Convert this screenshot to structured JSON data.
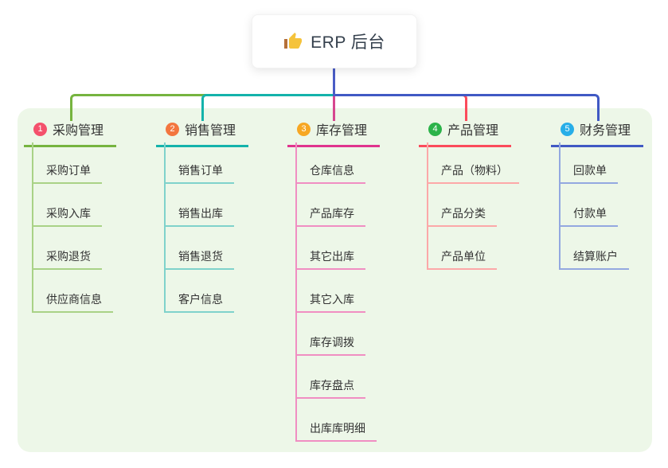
{
  "root": {
    "title": "ERP 后台",
    "icon": "thumbs-up-icon"
  },
  "branches": [
    {
      "number": "1",
      "label": "采购管理",
      "line_color": "#76b43f",
      "badge_color": "#f4516c",
      "child_line_color": "#a9d286",
      "children": [
        "采购订单",
        "采购入库",
        "采购退货",
        "供应商信息"
      ]
    },
    {
      "number": "2",
      "label": "销售管理",
      "line_color": "#14b3ab",
      "badge_color": "#f3763f",
      "child_line_color": "#7fd2cb",
      "children": [
        "销售订单",
        "销售出库",
        "销售退货",
        "客户信息"
      ]
    },
    {
      "number": "3",
      "label": "库存管理",
      "line_color": "#e0348e",
      "badge_color": "#f7a723",
      "child_line_color": "#f08ec2",
      "children": [
        "仓库信息",
        "产品库存",
        "其它出库",
        "其它入库",
        "库存调拨",
        "库存盘点",
        "出库库明细"
      ]
    },
    {
      "number": "4",
      "label": "产品管理",
      "line_color": "#fb4b5b",
      "badge_color": "#2cb34a",
      "child_line_color": "#fca8a8",
      "children": [
        "产品（物料）",
        "产品分类",
        "产品单位"
      ]
    },
    {
      "number": "5",
      "label": "财务管理",
      "line_color": "#4059c4",
      "badge_color": "#27aee8",
      "child_line_color": "#93a8e0",
      "children": [
        "回款单",
        "付款单",
        "结算账户"
      ]
    }
  ],
  "colors": {
    "page_bg": "#ffffff",
    "panel_bg": "#edf7e8",
    "stem": "#4a5dc6",
    "center_drop": "#d6468f",
    "text": "#333333",
    "root_text": "#35404d",
    "thumb": "#f5c33b",
    "thumb_cuff": "#b5703a"
  }
}
